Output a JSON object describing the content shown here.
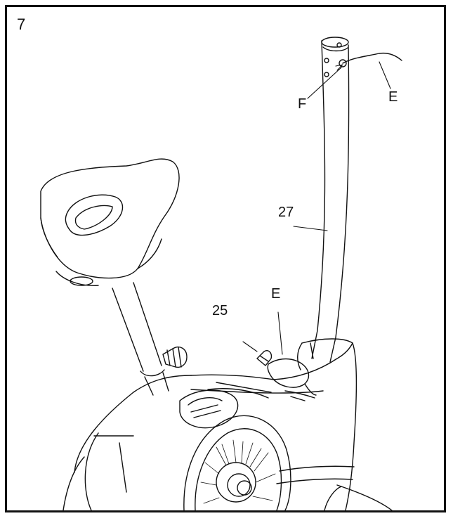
{
  "step": {
    "number": "7"
  },
  "callouts": {
    "part_f": "F",
    "part_e_top": "E",
    "part_27": "27",
    "part_e_lower": "E",
    "part_25": "25"
  },
  "colors": {
    "line": "#111111",
    "background": "#ffffff"
  }
}
